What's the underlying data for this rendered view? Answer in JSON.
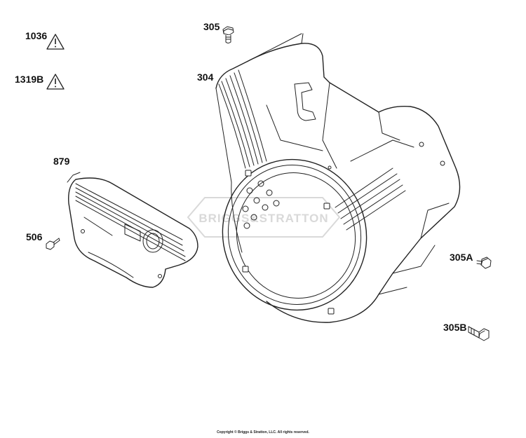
{
  "parts": {
    "p1036": "1036",
    "p1319b": "1319B",
    "p305": "305",
    "p304": "304",
    "p879": "879",
    "p506": "506",
    "p305a": "305A",
    "p305b": "305B"
  },
  "watermark": {
    "text": "BRIGGS&STRATTON"
  },
  "footer": {
    "copyright": "Copyright © Briggs & Stratton, LLC. All rights reserved."
  },
  "colors": {
    "ink": "#222222",
    "watermark": "#d9d9d9",
    "background": "#ffffff"
  },
  "icons": [
    "warning-triangle-icon",
    "warning-triangle-icon"
  ]
}
